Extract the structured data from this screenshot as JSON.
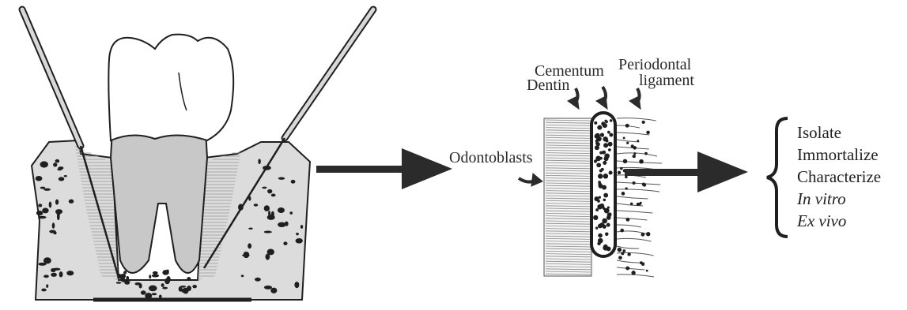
{
  "labels": {
    "cementum": "Cementum",
    "dentin": "Dentin",
    "periodontal_line1": "Periodontal",
    "periodontal_line2": "ligament",
    "odontoblasts": "Odontoblasts"
  },
  "steps": [
    {
      "text": "Isolate",
      "italic": false
    },
    {
      "text": "Immortalize",
      "italic": false
    },
    {
      "text": "Characterize",
      "italic": false
    },
    {
      "text": "In vitro",
      "italic": true
    },
    {
      "text": "Ex vivo",
      "italic": true
    }
  ],
  "colors": {
    "ink": "#1f1f1f",
    "arrow": "#2b2b2b",
    "crown": "#ffffff",
    "root": "#c9c9c9",
    "bone": "#dedede",
    "pdl": "#bdbdbd"
  }
}
